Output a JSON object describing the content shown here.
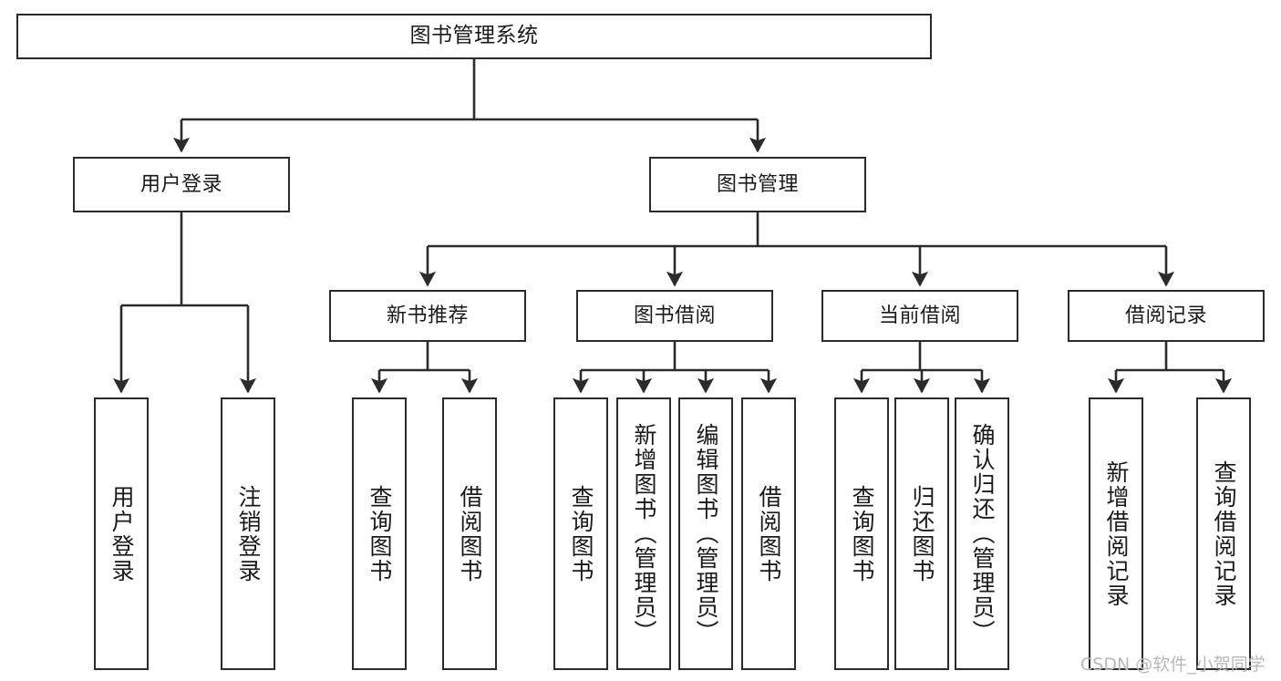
{
  "diagram": {
    "title": "图书管理系统",
    "type": "hierarchy-tree",
    "watermark": "CSDN @软件_小贺同学",
    "colors": {
      "box_stroke": "#2b2b2b",
      "box_fill": "#ffffff",
      "connector": "#2b2b2b",
      "text": "#1a1a1a",
      "watermark": "#b8b8b8"
    },
    "levels": {
      "root": {
        "label": "图书管理系统"
      },
      "level2": [
        {
          "id": "user-login",
          "label": "用户登录"
        },
        {
          "id": "book-manage",
          "label": "图书管理"
        }
      ],
      "level3": [
        {
          "id": "new-book-rec",
          "label": "新书推荐"
        },
        {
          "id": "book-borrow",
          "label": "图书借阅"
        },
        {
          "id": "current-borrow",
          "label": "当前借阅"
        },
        {
          "id": "borrow-record",
          "label": "借阅记录"
        }
      ],
      "leaves": {
        "user_login": [
          {
            "id": "leaf-user-login",
            "label": "用户登录"
          },
          {
            "id": "leaf-logout",
            "label": "注销登录"
          }
        ],
        "new_book_rec": [
          {
            "id": "leaf-query-book-1",
            "label": "查询图书"
          },
          {
            "id": "leaf-borrow-book-1",
            "label": "借阅图书"
          }
        ],
        "book_borrow": [
          {
            "id": "leaf-query-book-2",
            "label": "查询图书"
          },
          {
            "id": "leaf-add-book",
            "label": "新增图书（管理员）"
          },
          {
            "id": "leaf-edit-book",
            "label": "编辑图书（管理员）"
          },
          {
            "id": "leaf-borrow-book-2",
            "label": "借阅图书"
          }
        ],
        "current_borrow": [
          {
            "id": "leaf-query-book-3",
            "label": "查询图书"
          },
          {
            "id": "leaf-return-book",
            "label": "归还图书"
          },
          {
            "id": "leaf-confirm-return",
            "label": "确认归还（管理员）"
          }
        ],
        "borrow_record": [
          {
            "id": "leaf-add-record",
            "label": "新增借阅记录"
          },
          {
            "id": "leaf-query-record",
            "label": "查询借阅记录"
          }
        ]
      }
    }
  }
}
